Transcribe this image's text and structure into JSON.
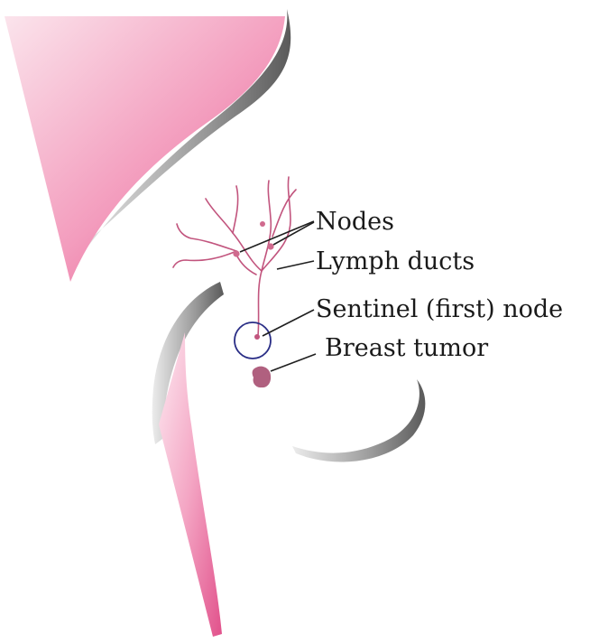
{
  "labels": {
    "nodes": "Nodes",
    "lymph_ducts": "Lymph ducts",
    "sentinel_node": "Sentinel (first) node",
    "breast_tumor": "Breast tumor"
  },
  "colors": {
    "skin_pink": "#e8568f",
    "skin_light": "#fbe6ee",
    "shadow_gray": "#7d7d7d",
    "duct_color": "#c2557e",
    "node_color": "#d06a8e",
    "tumor_color": "#b0607f",
    "sentinel_circle": "#2a2e86",
    "label_text": "#1a1a1a"
  }
}
